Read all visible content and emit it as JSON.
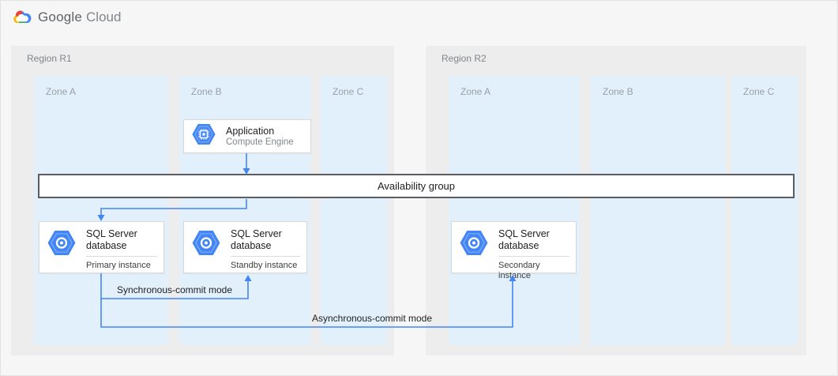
{
  "header": {
    "logo_google": "Google",
    "logo_cloud": "Cloud"
  },
  "regions": [
    {
      "label": "Region R1",
      "zones": [
        {
          "label": "Zone A"
        },
        {
          "label": "Zone B"
        },
        {
          "label": "Zone C"
        }
      ]
    },
    {
      "label": "Region R2",
      "zones": [
        {
          "label": "Zone A"
        },
        {
          "label": "Zone B"
        },
        {
          "label": "Zone C"
        }
      ]
    }
  ],
  "availability_group": {
    "label": "Availability group"
  },
  "cards": {
    "application": {
      "title": "Application",
      "subtitle": "Compute Engine",
      "icon": "compute-engine-icon"
    },
    "primary_sql": {
      "title": "SQL Server database",
      "subtitle": "Primary instance",
      "icon": "cloud-sql-icon"
    },
    "standby_sql": {
      "title": "SQL Server database",
      "subtitle": "Standby instance",
      "icon": "cloud-sql-icon"
    },
    "secondary_sql": {
      "title": "SQL Server database",
      "subtitle": "Secondary instance",
      "icon": "cloud-sql-icon"
    }
  },
  "connections": {
    "sync_label": "Synchronous-commit mode",
    "async_label": "Asynchronous-commit mode"
  },
  "colors": {
    "accent_blue": "#4285f4",
    "zone_bg": "#e2f0fc",
    "region_bg": "#ededed",
    "bar_border": "#5a5d61",
    "logo_red": "#ea4335",
    "logo_blue": "#4285f4",
    "logo_yellow": "#fbbc05",
    "logo_green": "#34a853"
  }
}
